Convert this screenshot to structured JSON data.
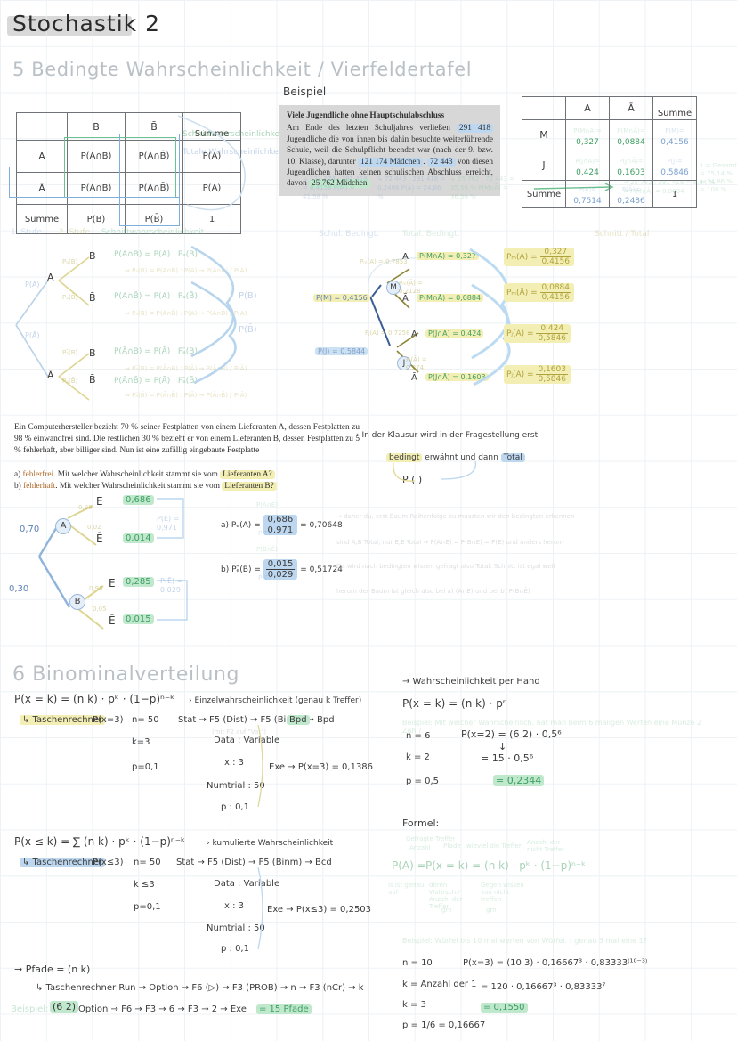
{
  "page": {
    "title": "Stochastik 2",
    "section5": "5 Bedingte Wahrscheinlichkeit / Vierfeldertafel",
    "section6": "6 Binominalverteilung"
  },
  "vierfeldertafel": {
    "col_headers": [
      "",
      "B",
      "B̄",
      "Summe"
    ],
    "rows": [
      {
        "label": "A",
        "cells": [
          "P(A∩B)",
          "P(A∩B̄)",
          "P(A)"
        ]
      },
      {
        "label": "Ā",
        "cells": [
          "P(Ā∩B)",
          "P(Ā∩B̄)",
          "P(Ā)"
        ]
      },
      {
        "label": "Summe",
        "cells": [
          "P(B)",
          "P(B̄)",
          "1"
        ]
      }
    ],
    "legend_green": "Schnittwahrscheinlichkeit",
    "legend_blue": "Totale Wahrscheinlichkeit"
  },
  "beispiel": {
    "label": "Beispiel",
    "headline": "Viele Jugendliche ohne Hauptschulabschluss",
    "body_1": "Am Ende des letzten Schuljahres verließen ",
    "hl_1": "291 418",
    "body_2": " Jugendliche die von ihnen bis dahin besuchte weiterführende Schule, weil die Schulpflicht beendet war (nach der 9. bzw. 10. Klasse), darunter ",
    "hl_2": "121 174 Mädchen",
    "body_3": ". ",
    "hl_3": "72 443",
    "body_4": " von diesen Jugendlichen hatten keinen schulischen Abschluss erreicht, davon ",
    "hl_4": "25 762 Mädchen",
    "notes": [
      "↳ 121 174 : 291 418 = 0,4158   P(M) = 41,58 %",
      "↳ 72 443 : 291 418 = 0,2486   P(Ā) = 24,86 %",
      "↳ 25 762 : 72 443 = 35,56 %   P(M∩Ā) = 36,56 %",
      "→ 25 762 : 291 418 = 8,84 %   = P(M∩Ā) = 0,0884"
    ]
  },
  "beispiel_table": {
    "col_headers": [
      "",
      "A",
      "Ā",
      "Summe"
    ],
    "rows": [
      {
        "label": "M",
        "cells": [
          "0,327",
          "0,0884",
          "0,4156"
        ],
        "small": [
          "P(M∩A)=",
          "P(M∩Ā)=",
          "P(M)="
        ]
      },
      {
        "label": "J",
        "cells": [
          "0,424",
          "0,1603",
          "0,5846"
        ],
        "small": [
          "P(J∩A)=",
          "P(J∩Ā)=",
          "P(J)="
        ]
      },
      {
        "label": "Summe",
        "cells": [
          "0,7514",
          "0,2486",
          "1"
        ],
        "small": [
          "P(A)=",
          "P(Ā)=",
          ""
        ]
      }
    ],
    "side_note": "1 = Gesamt  =  75,14 % + 24,86 % = 100 %"
  },
  "tree_general": {
    "col_labels": [
      "1. Stufe",
      "2. Stufe",
      "Schnittwahrscheinlichkeit"
    ],
    "root_branches": [
      "P(A)",
      "P(Ā)"
    ],
    "nodes": [
      "A",
      "Ā"
    ],
    "leaves": [
      "B",
      "B̄",
      "B",
      "B̄"
    ],
    "second_probs": [
      "Pₐ(B)",
      "Pₐ(B̄)",
      "Pₐ̄(B)",
      "Pₐ̄(B̄)"
    ],
    "lines": [
      {
        "main": "P(A∩B) = P(A) · Pₐ(B)",
        "sub": "⇒ Pₐ(B) = P(A∩B) : P(A)  →  P(A∩B) / P(A)"
      },
      {
        "main": "P(A∩B̄) = P(A) · Pₐ(B̄)",
        "sub": "⇒ Pₐ(B̄) = P(A∩B̄) : P(A)  →  P(A∩B̄) / P(A)"
      },
      {
        "main": "P(Ā∩B) = P(Ā) · Pₐ̄(B)",
        "sub": "⇒ Pₐ̄(B) = P(Ā∩B) : P(Ā)  →  P(Ā∩B) / P(Ā)"
      },
      {
        "main": "P(Ā∩B̄) = P(Ā) · Pₐ̄(B̄)",
        "sub": "⇒ Pₐ̄(B̄) = P(Ā∩B̄) : P(Ā)  →  P(Ā∩B̄) / P(Ā)"
      }
    ],
    "right_braces": [
      "P(B)",
      "P(B̄)"
    ]
  },
  "tree_example": {
    "headers": [
      "Schul. Bedingt.",
      "Total. Bedingt.",
      "Schnitt / Total"
    ],
    "root_left_label": "P(M) = 0,4156",
    "root_left_label2": "P(J) = 0,5844",
    "nodes": [
      "M",
      "J"
    ],
    "branches": [
      {
        "prob": "Pₘ(A) = 0,7853",
        "leaf": "A",
        "result": "P(M∩A) = 0,327"
      },
      {
        "prob": "Pₘ(Ā) = 0,2128",
        "leaf": "Ā",
        "result": "P(M∩Ā) = 0,0884"
      },
      {
        "prob": "Pⱼ(A) = 0,7258",
        "leaf": "A",
        "result": "P(J∩A) = 0,424"
      },
      {
        "prob": "Pⱼ(Ā) = 0,274",
        "leaf": "Ā",
        "result": "P(J∩Ā) = 0,1603"
      }
    ],
    "brace_labels": [
      "P(A)",
      "P(Ā)"
    ],
    "conditionals": [
      {
        "label": "Pₘ(A) =",
        "num": "0,327",
        "den": "0,4156"
      },
      {
        "label": "Pₘ(Ā) =",
        "num": "0,0884",
        "den": "0,4156"
      },
      {
        "label": "Pⱼ(A) =",
        "num": "0,424",
        "den": "0,5846"
      },
      {
        "label": "Pⱼ(Ā) =",
        "num": "0,1603",
        "den": "0,5846"
      }
    ]
  },
  "aufgabe": {
    "text_1": "Ein Computerhersteller bezieht 70 % seiner Festplatten von einem Lieferanten A, dessen Festplatten zu 98 % einwandfrei sind. Die restlichen 30 % bezieht er von einem Lieferanten B, dessen Festplatten zu 5 % fehlerhaft, aber billiger sind. Nun ist eine zufällig eingebaute Festplatte",
    "a_prefix": "a) ",
    "a_hl": "fehlerfrei",
    "a_text": ". Mit welcher Wahrscheinlichkeit stammt sie vom ",
    "a_hl2": "Lieferanten A?",
    "b_prefix": "b) ",
    "b_hl": "fehlerhaft",
    "b_text": ". Mit welcher Wahrscheinlichkeit stammt sie vom ",
    "b_hl2": "Lieferanten B?",
    "side_note_1": "› In der Klausur wird in der Fragestellung erst",
    "side_note_2_a": "bedingt",
    "side_note_2_b": "erwähnt und dann",
    "side_note_2_c": "Total",
    "side_note_3": "P ( )"
  },
  "aufgabe_tree": {
    "root_probs": [
      "0,70",
      "0,30"
    ],
    "nodes": [
      "A",
      "B"
    ],
    "leaves": [
      "E",
      "Ē",
      "E",
      "Ē"
    ],
    "branch_probs": [
      "0,98",
      "0,02",
      "0,95",
      "0,05"
    ],
    "results": [
      "0,686",
      "0,014",
      "0,285",
      "0,015"
    ],
    "brace_a": "P(E) = 0,971",
    "brace_b": "P(Ē) = 0,029",
    "solutions": [
      {
        "tag": "a)",
        "label": "Pₑ(A) =",
        "small_top": "P(A∩E)",
        "num": "0,686",
        "den": "0,971",
        "small_bot": "P(E)",
        "res": "= 0,70648"
      },
      {
        "tag": "b)",
        "label": "Pₑ̄(B) =",
        "small_top": "P(B∩Ē)",
        "num": "0,015",
        "den": "0,029",
        "small_bot": "P(Ē)",
        "res": "= 0,51724"
      }
    ],
    "notes": [
      "→ daher du, erst Baum Reihenfolge zu mussten wir den bedingten erkennen",
      "sind A,B Total, nur E,E Total → P(A∩E) = P(B∩E) = P(E) und anders herum",
      "Da wird nach bedingten wissen gefragt also Total. Schnitt ist egal weil",
      "herum der Baum ist gleich also bei a) (A∩E) und bei b) P(B∩Ē)"
    ]
  },
  "binom": {
    "formula": "P(x = k) = (n k) · pᵏ · (1−p)ⁿ⁻ᵏ",
    "formula_note": "› Einzelwahrscheinlichkeit   (genau k Treffer)",
    "tr_label": "↳ Taschenrechner",
    "tr_case": "P(x=3)",
    "params": [
      "n= 50",
      "k=3",
      "p=0,1"
    ],
    "menu_path": "Stat → F5 (Dist) → F5 (Binm) → Bpd",
    "menu_hint": "(mit F2 auf \"Var\")",
    "menu_items": [
      "Data : Variable",
      "x : 3",
      "Numtrial : 50",
      "p : 0,1"
    ],
    "exe": "Exe → P(x=3) = 0,1386",
    "hand_title": "→ Wahrscheinlichkeit per Hand",
    "hand_formula": "P(x = k) = (n k) · pⁿ",
    "hand_example": "Beispiel: Mit welcher Wahrscheinlich. hat man beim 6 maligen Werfen eine Münze 2 Zahl?",
    "hand_params": [
      "n = 6",
      "k = 2",
      "p = 0,5"
    ],
    "hand_steps": [
      "P(x=2) = (6 2) · 0,5⁶",
      "↓",
      "= 15 · 0,5⁶",
      "= 0,2344"
    ]
  },
  "binom_kum": {
    "formula": "P(x ≤ k) = ∑ (n k) · pᵏ · (1−p)ⁿ⁻ᵏ",
    "formula_note": "› kumulierte Wahrscheinlichkeit",
    "tr_label": "↳ Taschenrechner",
    "tr_case": "P(x≤3)",
    "params": [
      "n= 50",
      "k ≤3",
      "p=0,1"
    ],
    "menu_path": "Stat → F5 (Dist) → F5 (Binm) → Bcd",
    "menu_items": [
      "Data : Variable",
      "x : 3",
      "Numtrial : 50",
      "p : 0,1"
    ],
    "exe": "Exe → P(x≤3) = 0,2503"
  },
  "formel": {
    "title": "Formel:",
    "expr_left": "P(A) =",
    "expr": "P(x = k) = (n k) · pᵏ · (1−p)ⁿ⁻ᵏ",
    "top_labels": [
      "Gefragte Treffer",
      "Anzahl",
      "Pfade",
      "wieviel die Treffer",
      "Anzahl der nicht Treffer"
    ],
    "bottom_labels": [
      "is ist genau\nauf",
      "deren Wahrsch./\nAnzahl der Treffer",
      "Gegen wissen\nvon nicht treffen"
    ],
    "bottom_marks": [
      "grn",
      "grn"
    ]
  },
  "formel_beispiel": {
    "text": "Beispiel: Würfel bis 10 mal werfen von Würfel. › genau 3 mal eine 1?",
    "params": [
      "n = 10",
      "k = Anzahl der 1",
      "k = 3",
      "p = 1/6 = 0,16667"
    ],
    "steps": [
      "P(x=3) = (10 3) · 0,16667³ · 0,83333⁽¹⁰⁻³⁾",
      "= 120 · 0,16667³ · 0,83333⁷",
      "= 0,1550"
    ]
  },
  "pfade": {
    "line1": "→ Pfade = (n k)",
    "line2": "↳ Taschenrechner  Run → Option → F6 (▷) → F3 (PROB) → n → F3 (nCr) → k",
    "beispiel_label": "Beispiel:",
    "beispiel_expr": "(6 2)",
    "beispiel_path": "Option → F6 → F3 → 6 → F3 → 2 → Exe",
    "beispiel_res": "= 15 Pfade"
  }
}
